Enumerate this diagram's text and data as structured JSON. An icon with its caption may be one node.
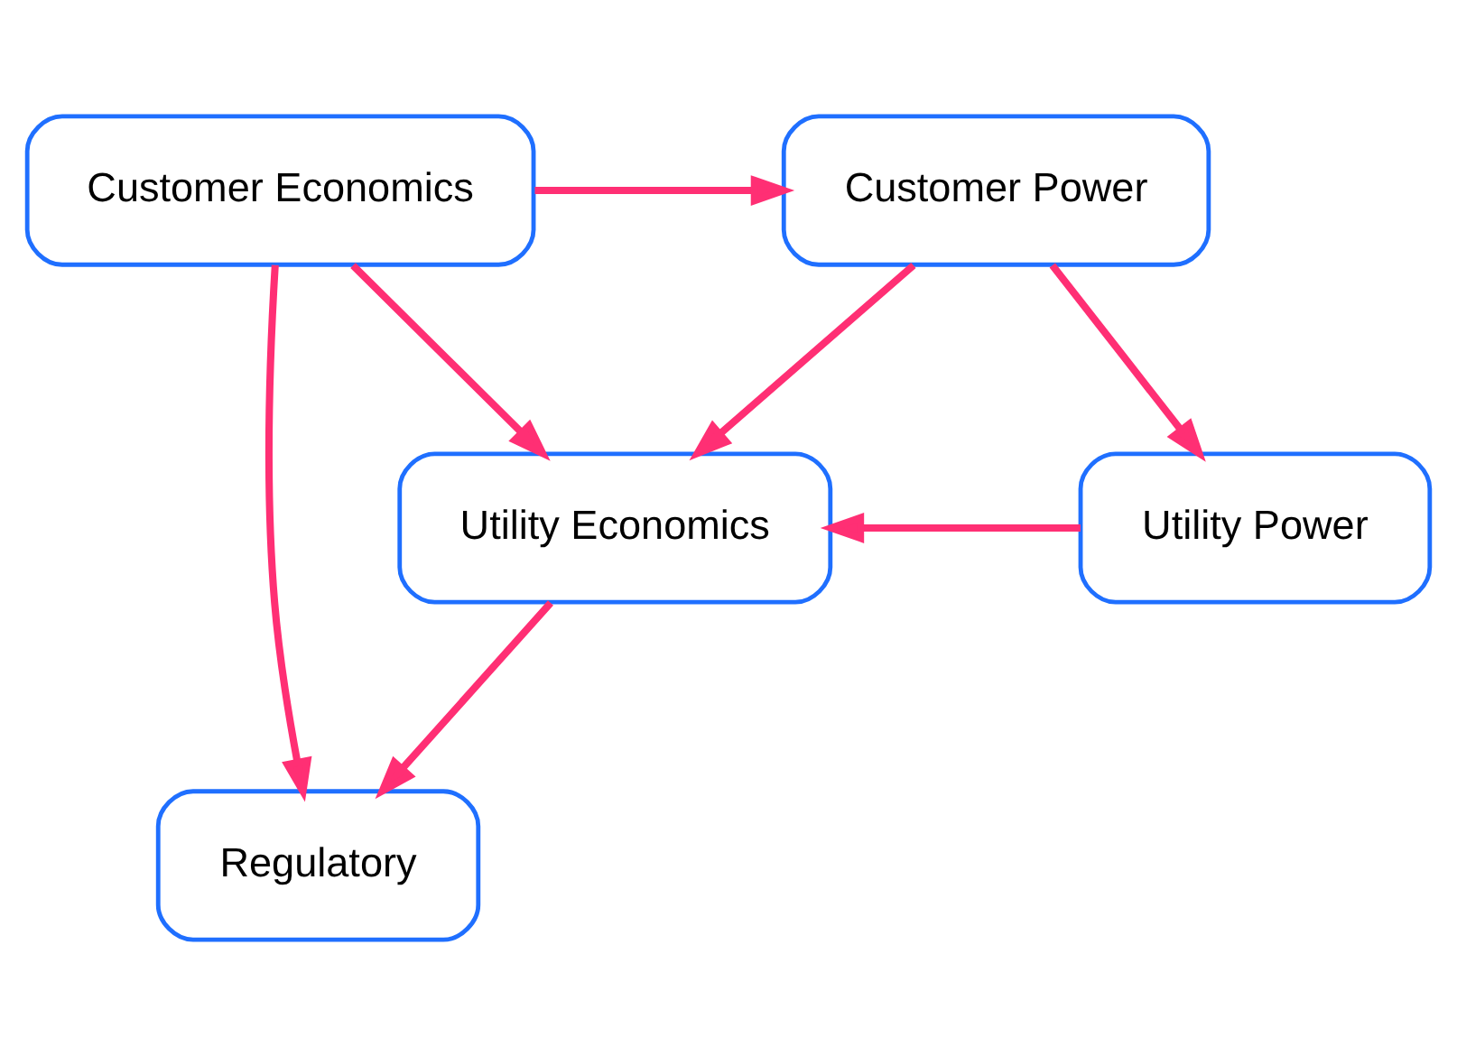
{
  "diagram": {
    "nodes": [
      {
        "text": [
          "Utility Power"
        ]
      },
      {
        "text": [
          "Utility Economics"
        ]
      },
      {
        "text": [
          "Regulatory"
        ]
      },
      {
        "text": [
          "Customer Power"
        ]
      },
      {
        "text": [
          "Customer Economics"
        ]
      }
    ],
    "edges": [
      {
        "from": 0,
        "to": 1,
        "arrow": "to"
      },
      {
        "from": 3,
        "to": 1,
        "arrow": "to"
      },
      {
        "from": 1,
        "to": 2,
        "arrow": "to"
      },
      {
        "from": 4,
        "to": 2,
        "arrow": "to"
      },
      {
        "from": 4,
        "to": 1,
        "arrow": "to"
      },
      {
        "from": 4,
        "to": 3,
        "arrow": "to"
      },
      {
        "from": 3,
        "to": 0,
        "arrow": "to"
      }
    ]
  }
}
